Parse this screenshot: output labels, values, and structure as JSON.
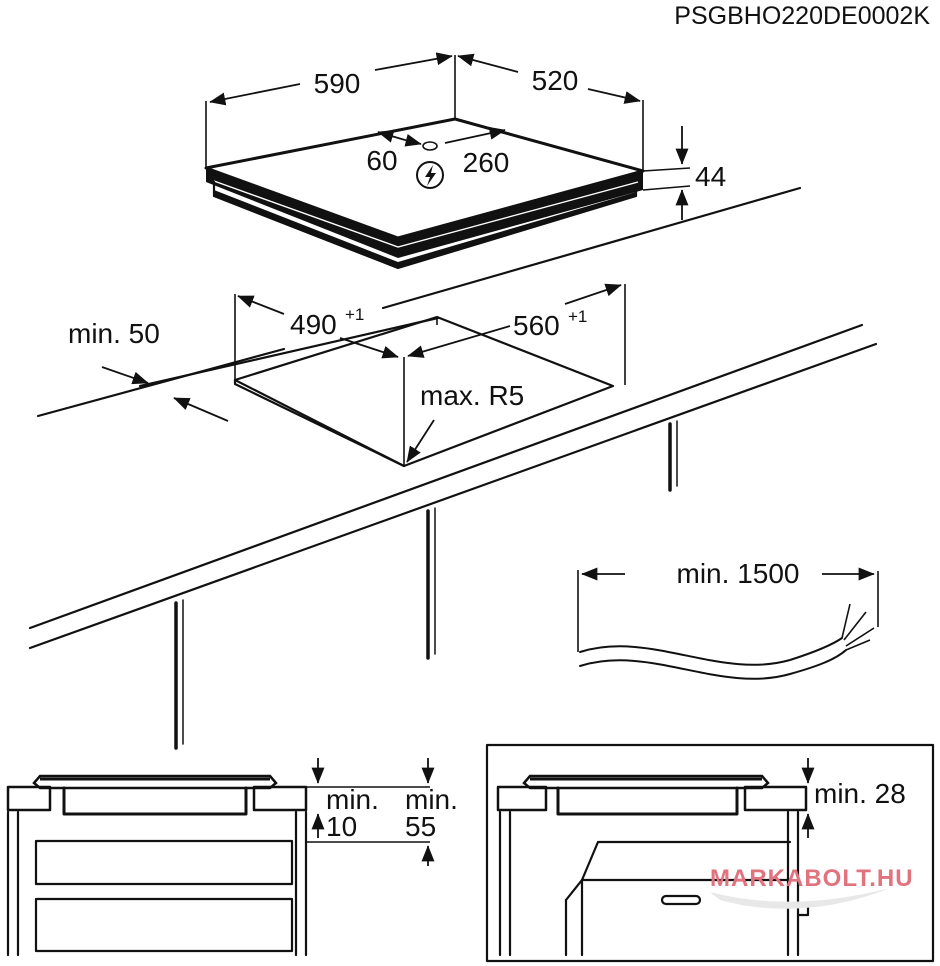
{
  "diagram_code": "PSGBHO220DE0002K",
  "hob": {
    "width": "590",
    "depth": "520",
    "thickness": "44",
    "connection_offset_x": "60",
    "connection_offset_y": "260",
    "connection_icon": "electric-connection-icon"
  },
  "cutout": {
    "depth": "490",
    "depth_tolerance": "+1",
    "width": "560",
    "width_tolerance": "+1",
    "edge_distance": "min. 50",
    "corner_radius": "max. R5"
  },
  "cable": {
    "length": "min. 1500"
  },
  "section_drawer": {
    "clearance_label_1": "min.",
    "clearance_value_1": "10",
    "clearance_label_2": "min.",
    "clearance_value_2": "55"
  },
  "section_oven": {
    "clearance": "min. 28"
  },
  "watermark": {
    "text": "MARKABOLT.HU",
    "color": "#e0737d"
  }
}
